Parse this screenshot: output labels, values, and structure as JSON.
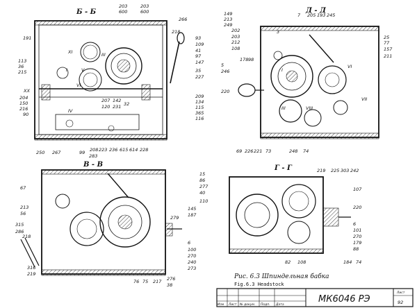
{
  "views": {
    "bb": {
      "title": "Б - Б",
      "labels": [
        "203",
        "600",
        "203",
        "600",
        "266",
        "191",
        "218",
        "93",
        "109",
        "41",
        "97",
        "147",
        "113",
        "35",
        "227",
        "36",
        "215",
        "XI",
        "I",
        "V",
        "III",
        "VI",
        "XX",
        "204",
        "150",
        "216",
        "90",
        "IV",
        "209",
        "134",
        "115",
        "365",
        "116",
        "250",
        "267",
        "99",
        "208",
        "223",
        "236",
        "615",
        "614",
        "228",
        "207",
        "120",
        "142",
        "231",
        "32",
        "283"
      ]
    },
    "dd": {
      "title": "Д - Д",
      "labels": [
        "149",
        "213",
        "7",
        "205",
        "193",
        "245",
        "249",
        "202",
        "3",
        "25",
        "203",
        "77",
        "157",
        "211",
        "212",
        "VI",
        "VII",
        "108",
        "I",
        "178",
        "98",
        "III",
        "5",
        "246",
        "220",
        "VIII",
        "69",
        "226",
        "221",
        "73",
        "248",
        "74"
      ]
    },
    "vv": {
      "title": "В - В",
      "labels": [
        "15",
        "86",
        "277",
        "40",
        "67",
        "110",
        "145",
        "213",
        "187",
        "56",
        "279",
        "315",
        "286",
        "218",
        "6",
        "100",
        "270",
        "240",
        "273",
        "316",
        "219",
        "76",
        "75",
        "217",
        "276",
        "38"
      ]
    },
    "gg": {
      "title": "Г - Г",
      "labels": [
        "219",
        "225",
        "303",
        "242",
        "107",
        "220",
        "6",
        "101",
        "270",
        "179",
        "88",
        "184",
        "74",
        "82",
        "108"
      ]
    }
  },
  "caption": {
    "russian": "Рис. 6.3 Шпиндельная бабка",
    "english": "Fig.6.3 Headstock"
  },
  "title_block": {
    "document_code": "МК6046 РЭ",
    "sheet_label": "Лист",
    "sheet_number": "92",
    "stamp_columns": [
      "Изм",
      "Лист",
      "№ докум.",
      "Подп.",
      "Дата"
    ]
  }
}
